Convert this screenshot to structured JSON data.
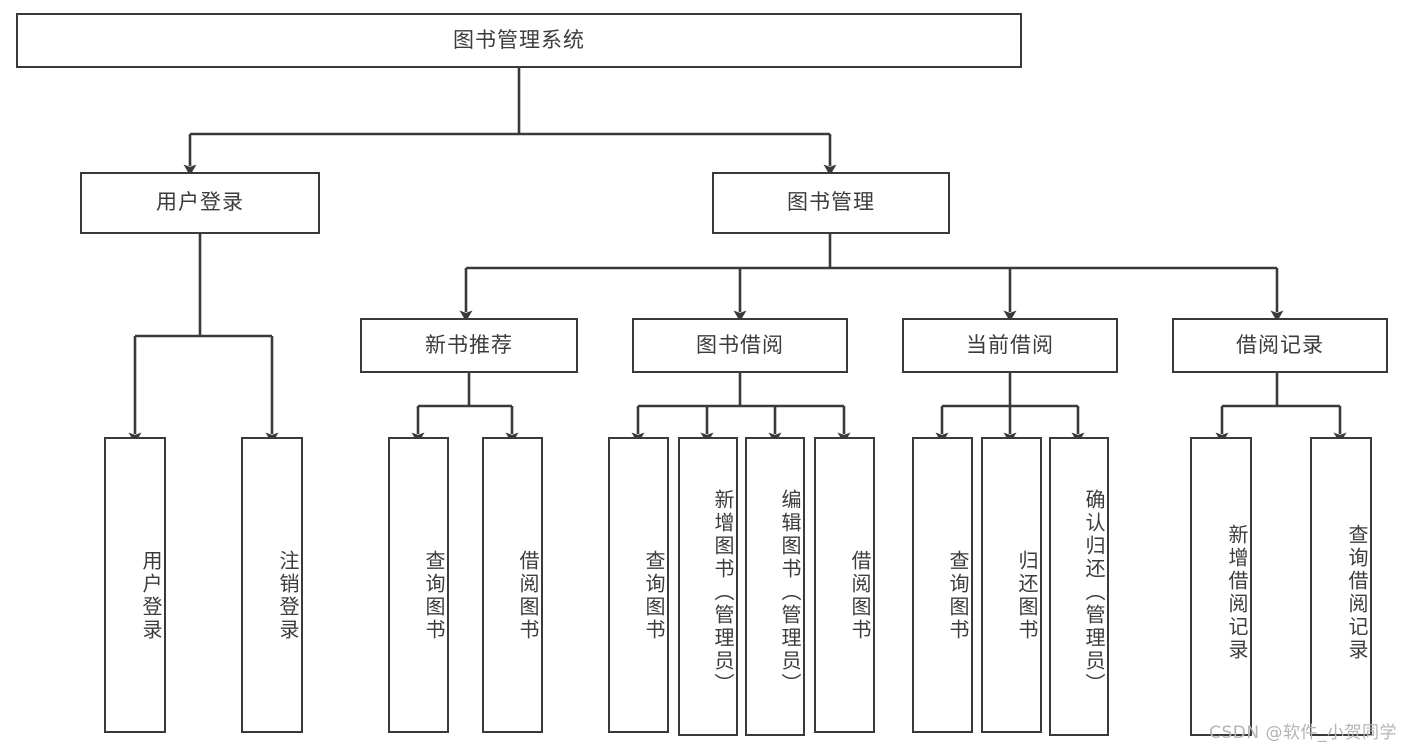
{
  "diagram": {
    "title": "图书管理系统",
    "type": "tree-hierarchy",
    "watermark": "CSDN @软件_小贺同学",
    "stroke_color": "#3a3a3a",
    "fill_color": "#ffffff",
    "text_color": "#3c3c3c",
    "root": {
      "label": "图书管理系统"
    },
    "level2": [
      {
        "label": "用户登录"
      },
      {
        "label": "图书管理"
      }
    ],
    "level3": [
      {
        "label": "新书推荐"
      },
      {
        "label": "图书借阅"
      },
      {
        "label": "当前借阅"
      },
      {
        "label": "借阅记录"
      }
    ],
    "leaves": {
      "user_login": [
        {
          "label": "用户登录"
        },
        {
          "label": "注销登录"
        }
      ],
      "new_book": [
        {
          "label": "查询图书"
        },
        {
          "label": "借阅图书"
        }
      ],
      "borrow_book": [
        {
          "label": "查询图书"
        },
        {
          "label": "新增图书（管理员）"
        },
        {
          "label": "编辑图书（管理员）"
        },
        {
          "label": "借阅图书"
        }
      ],
      "current_borrow": [
        {
          "label": "查询图书"
        },
        {
          "label": "归还图书"
        },
        {
          "label": "确认归还（管理员）"
        }
      ],
      "borrow_record": [
        {
          "label": "新增借阅记录"
        },
        {
          "label": "查询借阅记录"
        }
      ]
    }
  }
}
